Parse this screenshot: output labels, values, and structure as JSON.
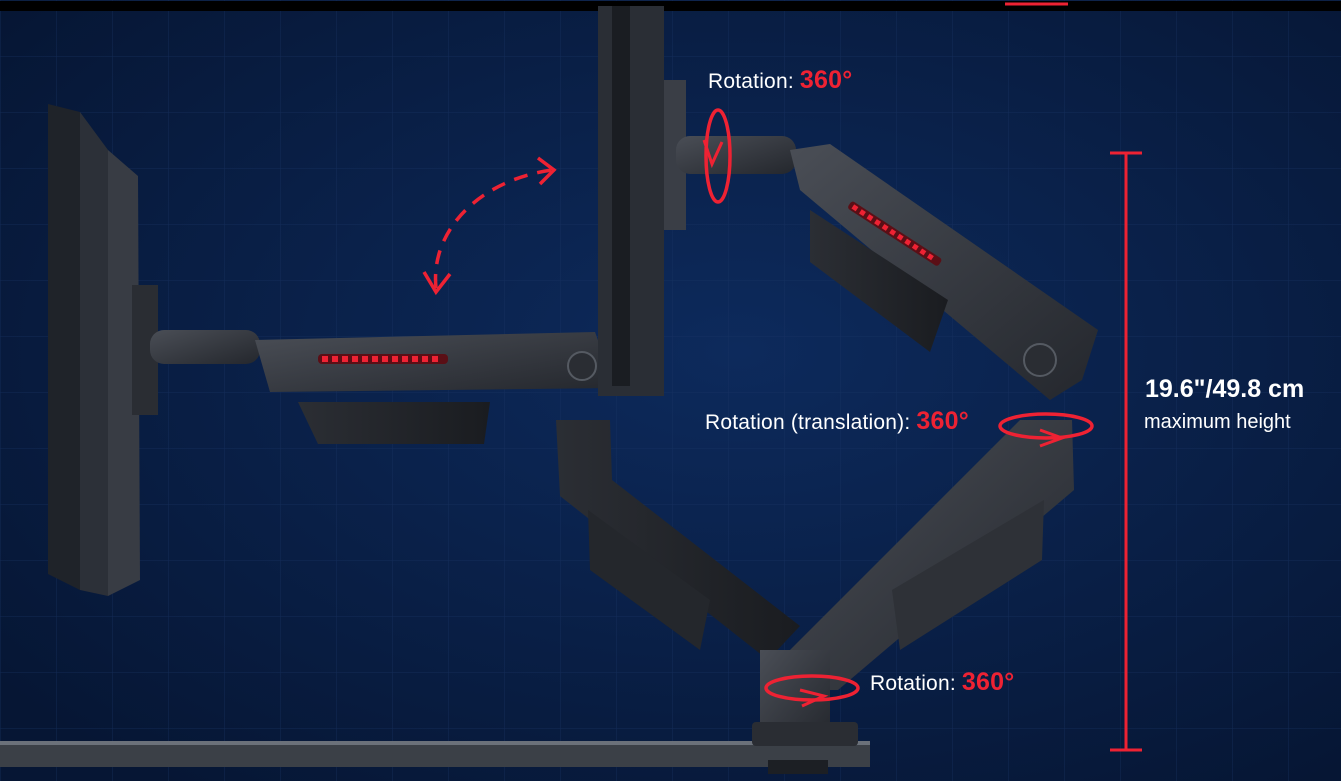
{
  "annotations": {
    "head_rotation": {
      "label": "Rotation:",
      "value": "360°"
    },
    "arm_rotation": {
      "label": "Rotation (translation):",
      "value": "360°"
    },
    "base_rotation": {
      "label": "Rotation:",
      "value": "360°"
    }
  },
  "height": {
    "value": "19.6\"/49.8 cm",
    "caption": "maximum height"
  },
  "colors": {
    "background": "#071a3a",
    "accent": "#ee2233",
    "metal": "#3a3d44",
    "text": "#ffffff"
  }
}
